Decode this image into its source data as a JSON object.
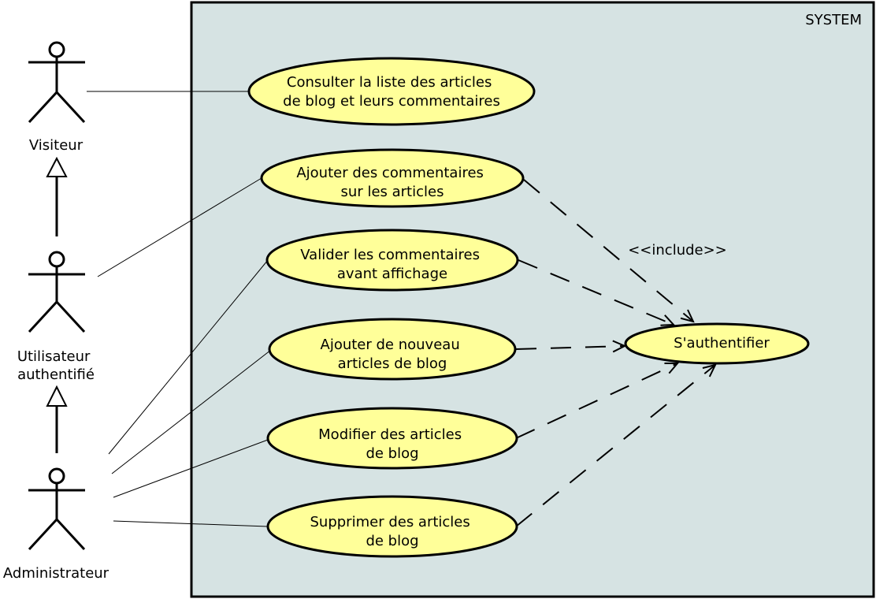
{
  "system": {
    "label": "SYSTEM"
  },
  "actors": {
    "visitor": {
      "label": "Visiteur"
    },
    "authenticated_user": {
      "label_line1": "Utilisateur",
      "label_line2": "authentifié"
    },
    "administrator": {
      "label": "Administrateur"
    }
  },
  "use_cases": {
    "consult": {
      "line1": "Consulter la liste des articles",
      "line2": "de blog et leurs commentaires"
    },
    "add_comments": {
      "line1": "Ajouter des commentaires",
      "line2": "sur les articles"
    },
    "validate_comments": {
      "line1": "Valider les commentaires",
      "line2": "avant affichage"
    },
    "add_articles": {
      "line1": "Ajouter de nouveau",
      "line2": "articles de blog"
    },
    "modify_articles": {
      "line1": "Modifier des articles",
      "line2": "de blog"
    },
    "delete_articles": {
      "line1": "Supprimer des articles",
      "line2": "de blog"
    },
    "authenticate": {
      "label": "S'authentifier"
    }
  },
  "relations": {
    "include_label": "<<include>>"
  },
  "colors": {
    "system_fill": "#d6e3e3",
    "use_case_fill": "#ffff99",
    "stroke": "#000000"
  }
}
